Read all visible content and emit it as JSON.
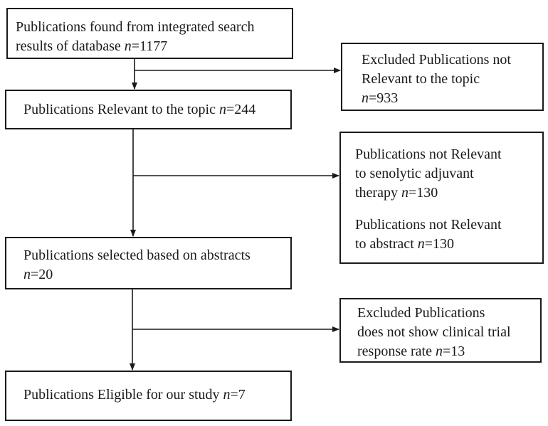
{
  "flowchart": {
    "main_steps": [
      {
        "parts": [
          "Publications found from integrated search",
          "results of database ",
          "n",
          "=1177"
        ]
      },
      {
        "parts": [
          "Publications Relevant to the topic ",
          "n",
          "=244"
        ]
      },
      {
        "parts": [
          "Publications selected based on abstracts",
          "n",
          "=20"
        ]
      },
      {
        "parts": [
          "Publications Eligible for our study ",
          "n",
          "=7"
        ]
      }
    ],
    "exclusions": [
      {
        "parts": [
          "Excluded Publications not",
          "Relevant to the topic",
          "n",
          "=933"
        ]
      },
      {
        "parts": [
          "Publications not  Relevant",
          "to senolytic adjuvant",
          "therapy ",
          "n",
          "=130",
          "Publications not Relevant",
          "to abstract ",
          "n",
          "=130"
        ]
      },
      {
        "parts": [
          "Excluded Publications",
          "does not show clinical trial",
          "response rate ",
          "n",
          "=13"
        ]
      }
    ]
  }
}
